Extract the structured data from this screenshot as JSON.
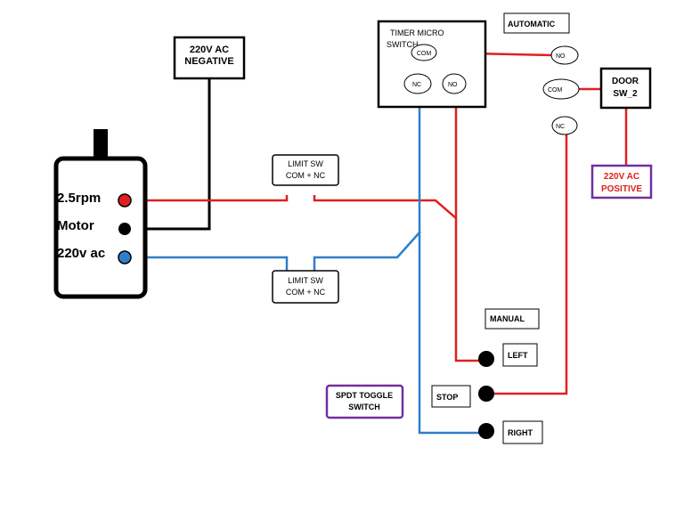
{
  "motor": {
    "line1": "2.5rpm",
    "line2": "Motor",
    "line3": "220v ac"
  },
  "neg_supply": {
    "line1": "220V AC",
    "line2": "NEGATIVE"
  },
  "pos_supply": {
    "line1": "220V AC",
    "line2": "POSITIVE"
  },
  "limit_sw_top": {
    "line1": "LIMIT SW",
    "line2": "COM + NC"
  },
  "limit_sw_bottom": {
    "line1": "LIMIT SW",
    "line2": "COM + NC"
  },
  "timer": {
    "line1": "TIMER MICRO",
    "line2": "SWITCH",
    "com": "COM",
    "nc": "NC",
    "no": "NO"
  },
  "door": {
    "line1": "DOOR",
    "line2": "SW_2",
    "no": "NO",
    "com": "COM",
    "nc": "NC"
  },
  "labels": {
    "automatic": "AUTOMATIC",
    "manual": "MANUAL",
    "left": "LEFT",
    "stop": "STOP",
    "right": "RIGHT"
  },
  "toggle": {
    "line1": "SPDT  TOGGLE",
    "line2": "SWITCH"
  },
  "colors": {
    "red": "#e02020",
    "blue": "#2f7fc8",
    "black": "#000000",
    "purple": "#7030a0"
  }
}
